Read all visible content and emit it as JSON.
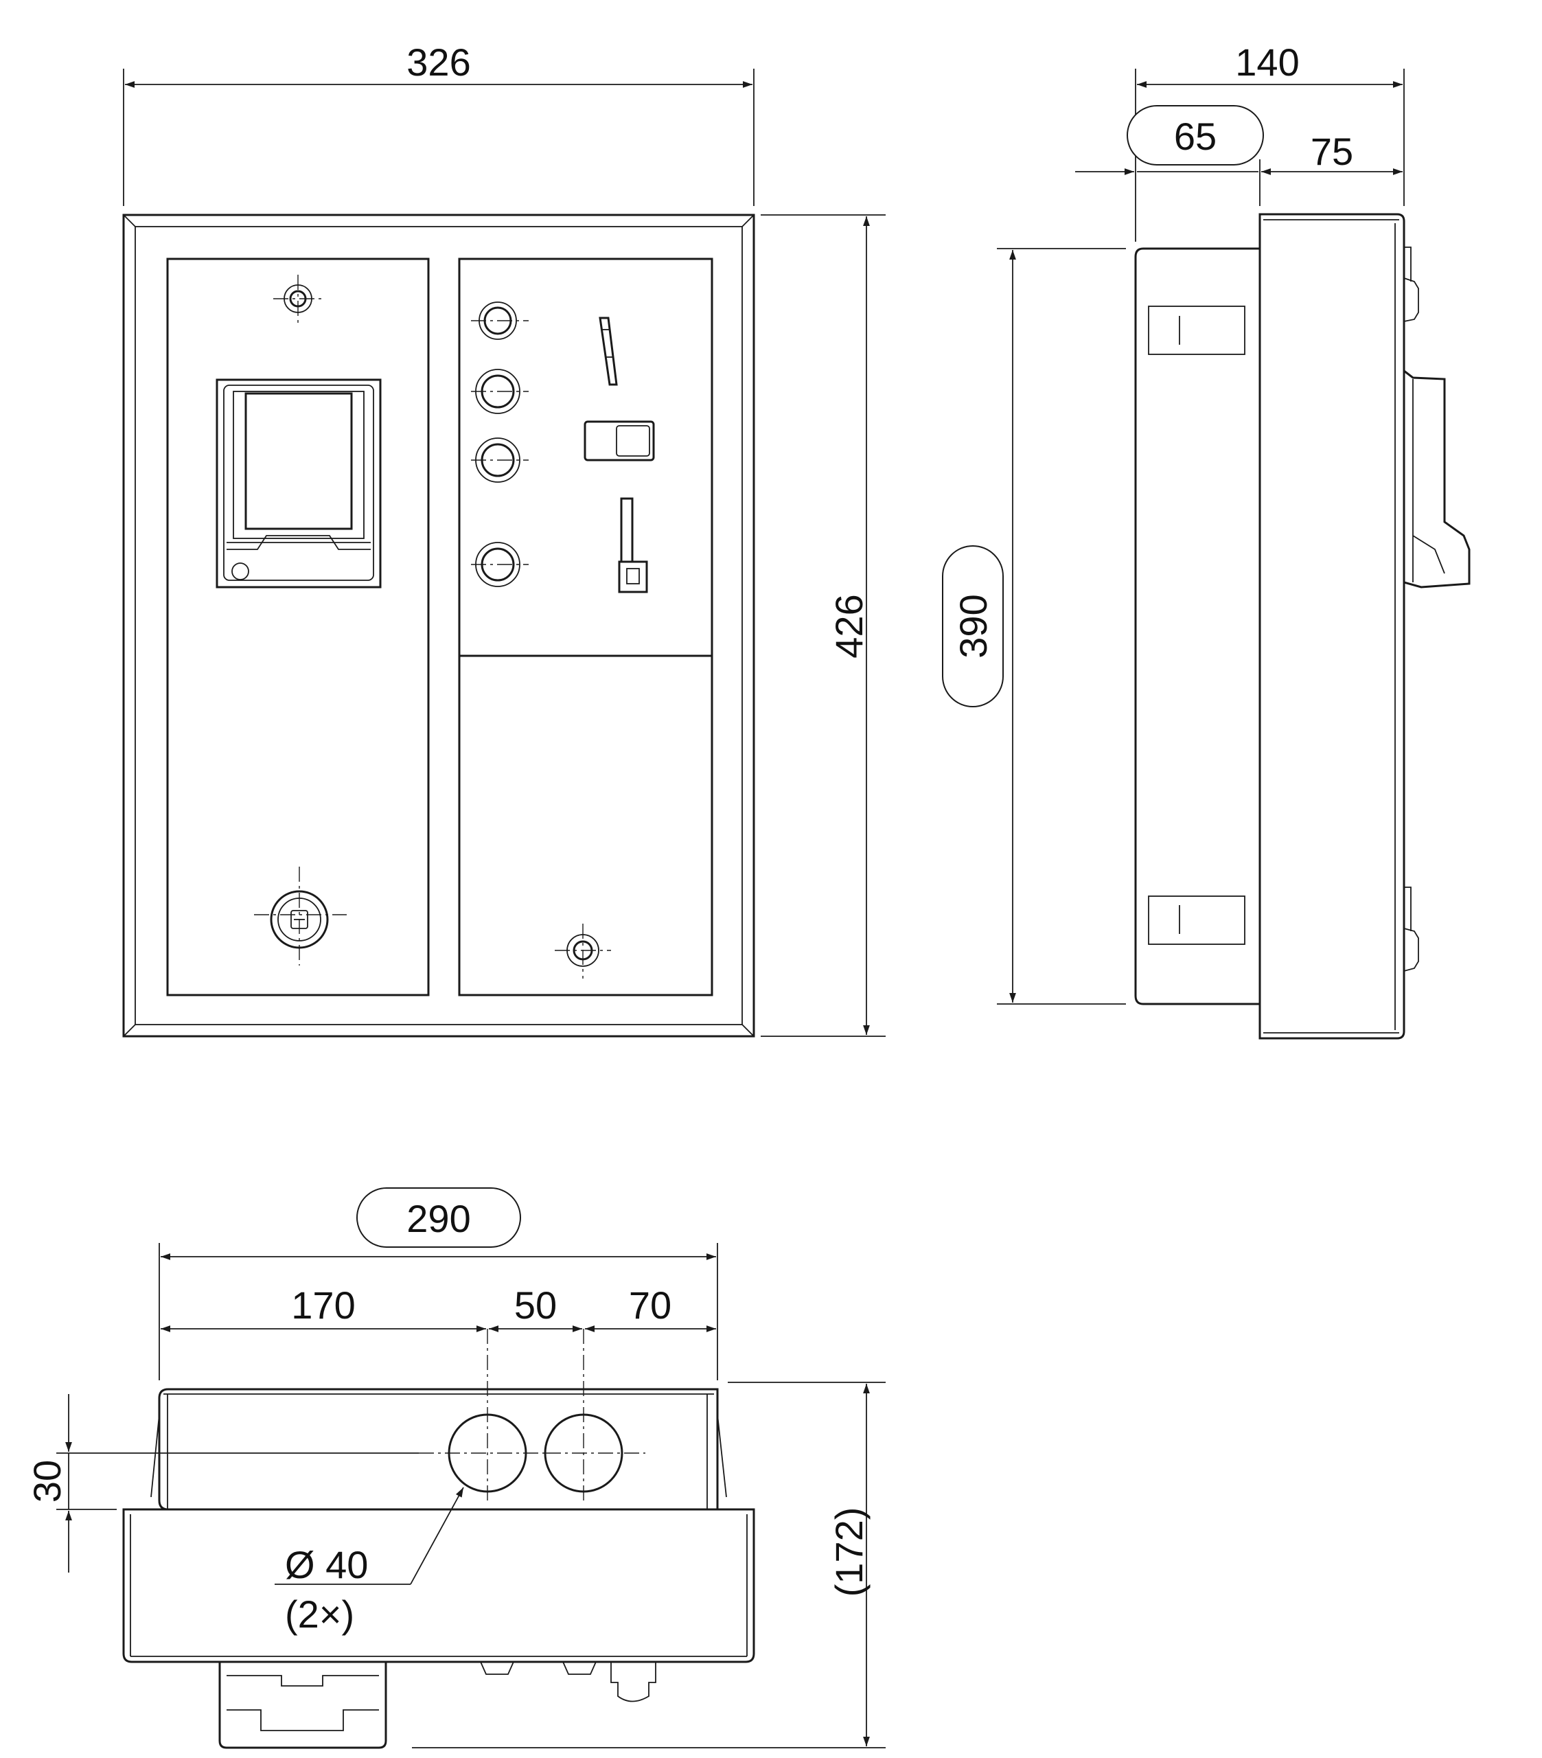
{
  "dimensions": {
    "front_width": "326",
    "front_height": "426",
    "side_depth_total": "140",
    "side_depth_rear": "65",
    "side_depth_front": "75",
    "side_height": "390",
    "bottom_width": "290",
    "bottom_seg_1": "170",
    "bottom_seg_2": "50",
    "bottom_seg_3": "70",
    "bottom_hole_offset": "30",
    "bottom_depth": "(172)",
    "hole_diameter": "Ø 40",
    "hole_count": "(2×)"
  }
}
